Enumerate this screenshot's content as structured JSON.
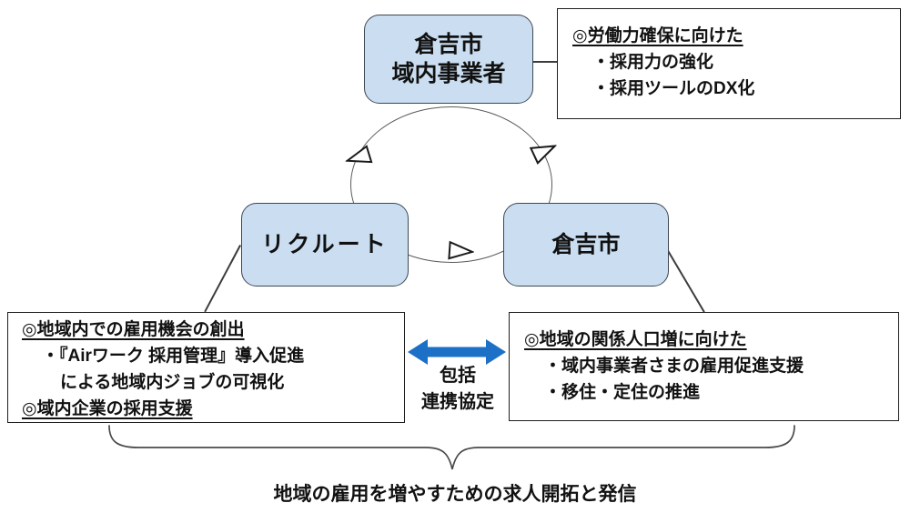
{
  "nodes": {
    "businesses": {
      "line1": "倉吉市",
      "line2": "域内事業者"
    },
    "recruit": {
      "label": "リクルート"
    },
    "city": {
      "label": "倉吉市"
    }
  },
  "notes": {
    "workforce": {
      "heading": "◎労働力確保に向けた",
      "item1": "・採用力の強化",
      "item2": "・採用ツールのDX化"
    },
    "recruit_initiatives": {
      "heading1": "◎地域内での雇用機会の創出",
      "item1_line1": "・『Airワーク 採用管理』導入促進",
      "item1_line2": "による地域内ジョブの可視化",
      "heading2": "◎域内企業の採用支援"
    },
    "city_initiatives": {
      "heading": "◎地域の関係人口増に向けた",
      "item1": "・域内事業者さまの雇用促進支援",
      "item2": "・移住・定住の推進"
    }
  },
  "partnership": {
    "line1": "包括",
    "line2": "連携協定"
  },
  "caption": "地域の雇用を増やすための求人開拓と発信",
  "colors": {
    "node_fill": "#cbdef1",
    "node_border": "#3d4754",
    "arrow_blue": "#1c70c5",
    "line_gray": "#3c3c3c"
  }
}
